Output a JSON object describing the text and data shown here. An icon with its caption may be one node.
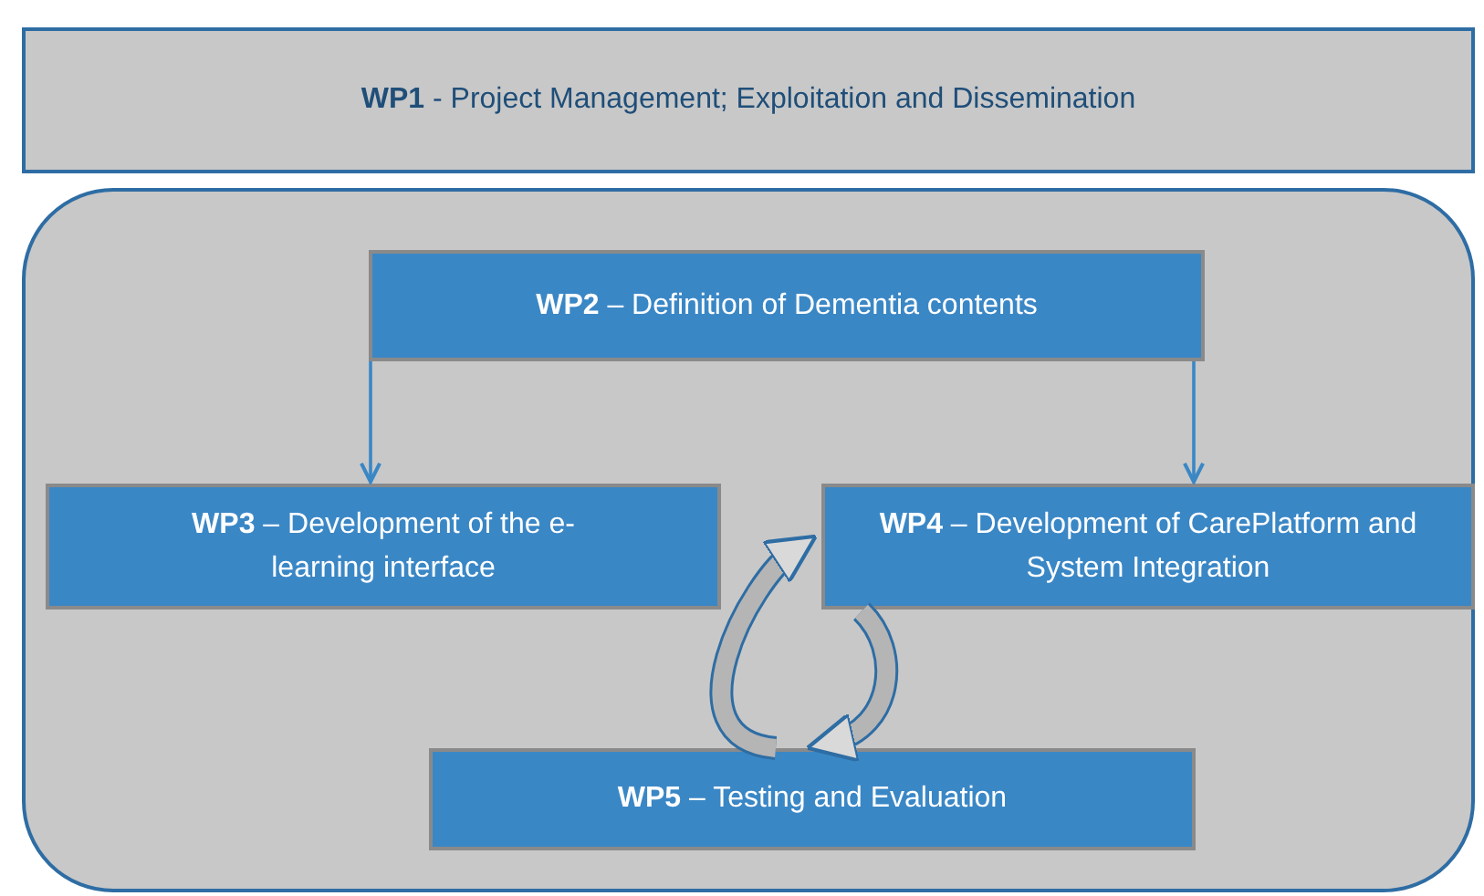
{
  "diagram": {
    "nodes": [
      {
        "text": [
          "**WP1** - Project Management; Exploitation and Dissemination"
        ]
      },
      {
        "text": [],
        "shape": "box"
      },
      {
        "text": [
          "**WP2** – Definition of Dementia contents"
        ],
        "in": 1
      },
      {
        "text": [
          "**WP3** – Development of the e-learning interface"
        ],
        "in": 1
      },
      {
        "text": [
          "**WP4** – Development of CarePlatform and System Integration"
        ],
        "in": 1
      },
      {
        "text": [
          "**WP5** – Testing and Evaluation"
        ],
        "in": 1
      }
    ],
    "edges": [
      {
        "from": 2,
        "to": 3,
        "arrow": "to"
      },
      {
        "from": 2,
        "to": 4,
        "arrow": "to"
      },
      {
        "from": 5,
        "to": 4,
        "arrow": "to",
        "style": "thick"
      },
      {
        "from": 4,
        "to": 5,
        "arrow": "to",
        "style": "thick"
      }
    ]
  }
}
